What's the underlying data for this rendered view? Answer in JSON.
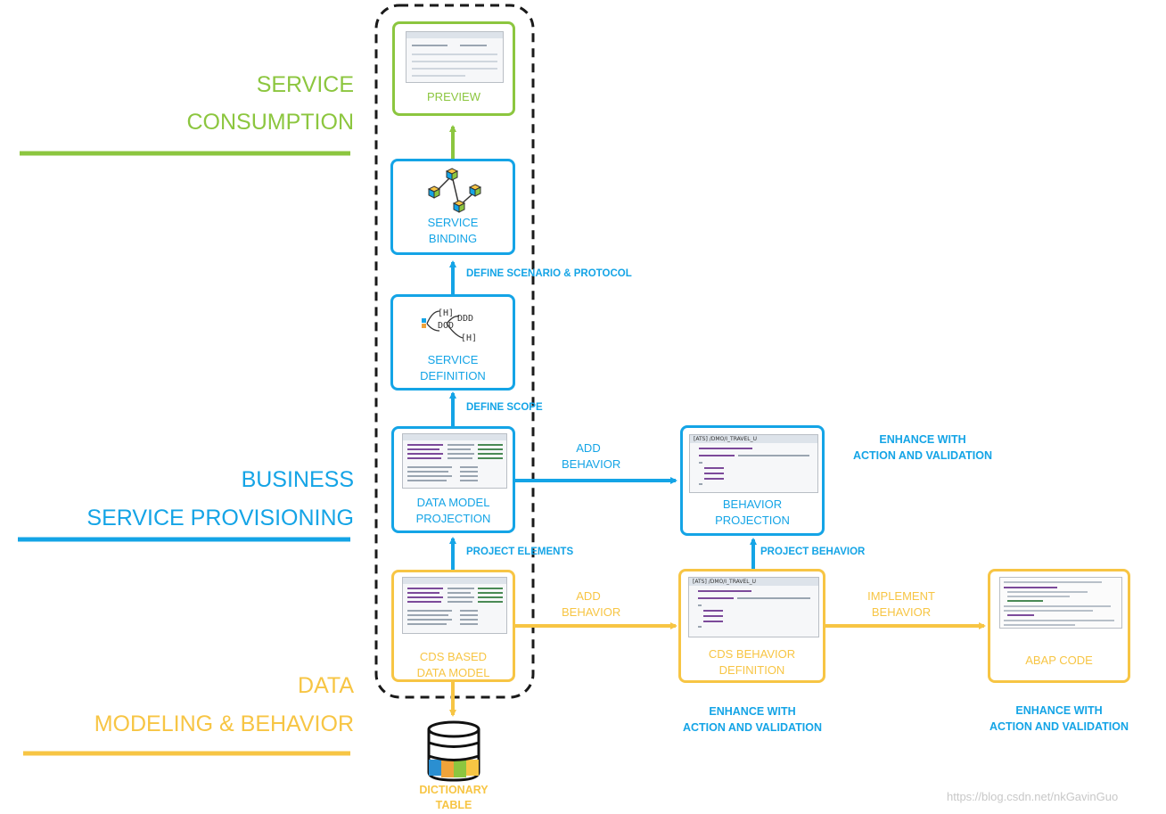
{
  "layers": {
    "consumption": {
      "line1": "SERVICE",
      "line2": "CONSUMPTION",
      "color": "#8cc63f"
    },
    "provisioning": {
      "line1": "BUSINESS",
      "line2": "SERVICE PROVISIONING",
      "color": "#14a4e6"
    },
    "modeling": {
      "line1": "DATA",
      "line2": "MODELING &  BEHAVIOR",
      "color": "#f7c544"
    }
  },
  "nodes": {
    "preview": {
      "label": "PREVIEW"
    },
    "service_binding": {
      "line1": "SERVICE",
      "line2": "BINDING"
    },
    "service_definition": {
      "line1": "SERVICE",
      "line2": "DEFINITION"
    },
    "data_model_projection": {
      "line1": "DATA MODEL",
      "line2": "PROJECTION"
    },
    "cds_data_model": {
      "line1": "CDS BASED",
      "line2": "DATA MODEL"
    },
    "behavior_projection": {
      "line1": "BEHAVIOR",
      "line2": "PROJECTION"
    },
    "cds_behavior_definition": {
      "line1": "CDS BEHAVIOR",
      "line2": "DEFINITION"
    },
    "abap_code": {
      "label": "ABAP CODE"
    },
    "dictionary_table": {
      "line1": "DICTIONARY",
      "line2": "TABLE"
    }
  },
  "edges": {
    "define_scenario": "DEFINE SCENARIO & PROTOCOL",
    "define_scope": "DEFINE SCOPE",
    "project_elements": "PROJECT ELEMENTS",
    "project_behavior": "PROJECT BEHAVIOR",
    "add_behavior_blue": {
      "line1": "ADD",
      "line2": "BEHAVIOR"
    },
    "add_behavior_yellow": {
      "line1": "ADD",
      "line2": "BEHAVIOR"
    },
    "implement_behavior": {
      "line1": "IMPLEMENT",
      "line2": "BEHAVIOR"
    }
  },
  "notes": {
    "enhance_blue": {
      "line1": "ENHANCE WITH",
      "line2": "ACTION AND VALIDATION"
    },
    "enhance_behavior_def": {
      "line1": "ENHANCE WITH",
      "line2": "ACTION AND VALIDATION"
    },
    "enhance_abap": {
      "line1": "ENHANCE WITH",
      "line2": "ACTION AND VALIDATION"
    }
  },
  "thumbnails": {
    "behavior_projection_tab": "[ATS] /DMO/I_TRAVEL_U",
    "behavior_definition_tab": "[ATS] /DMO/I_TRAVEL_U"
  },
  "watermark": "https://blog.csdn.net/nkGavinGuo"
}
